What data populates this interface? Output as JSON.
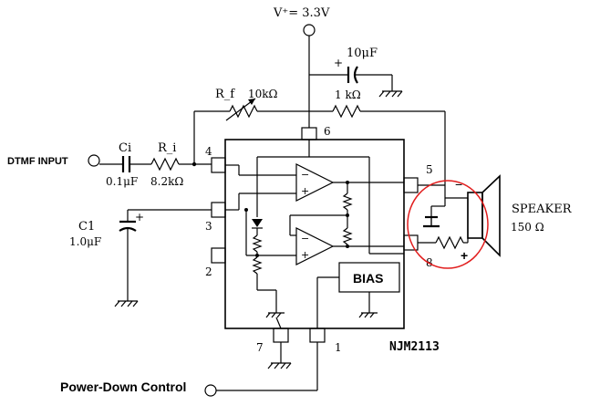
{
  "supply": {
    "label": "V⁺= 3.3V"
  },
  "capacitor_top": {
    "value": "10μF",
    "polarity": "+"
  },
  "rf": {
    "name": "R_f",
    "value": "10kΩ"
  },
  "r_feedback": {
    "value": "1 kΩ"
  },
  "ci": {
    "name": "Ci",
    "value": "0.1μF"
  },
  "ri": {
    "name": "R_i",
    "value": "8.2kΩ"
  },
  "input": {
    "label": "DTMF INPUT"
  },
  "c1": {
    "name": "C1",
    "value": "1.0μF",
    "polarity": "+"
  },
  "pins": {
    "p1": "1",
    "p2": "2",
    "p3": "3",
    "p4": "4",
    "p5": "5",
    "p6": "6",
    "p7": "7",
    "p8": "8"
  },
  "bias": {
    "label": "BIAS"
  },
  "chip": {
    "label": "NJM2113"
  },
  "speaker": {
    "label": "SPEAKER",
    "impedance": "150 Ω",
    "minus": "−",
    "plus": "+"
  },
  "power_down": {
    "label": "Power-Down Control"
  },
  "colors": {
    "highlight": "#e11d1d",
    "ink": "#000000"
  }
}
